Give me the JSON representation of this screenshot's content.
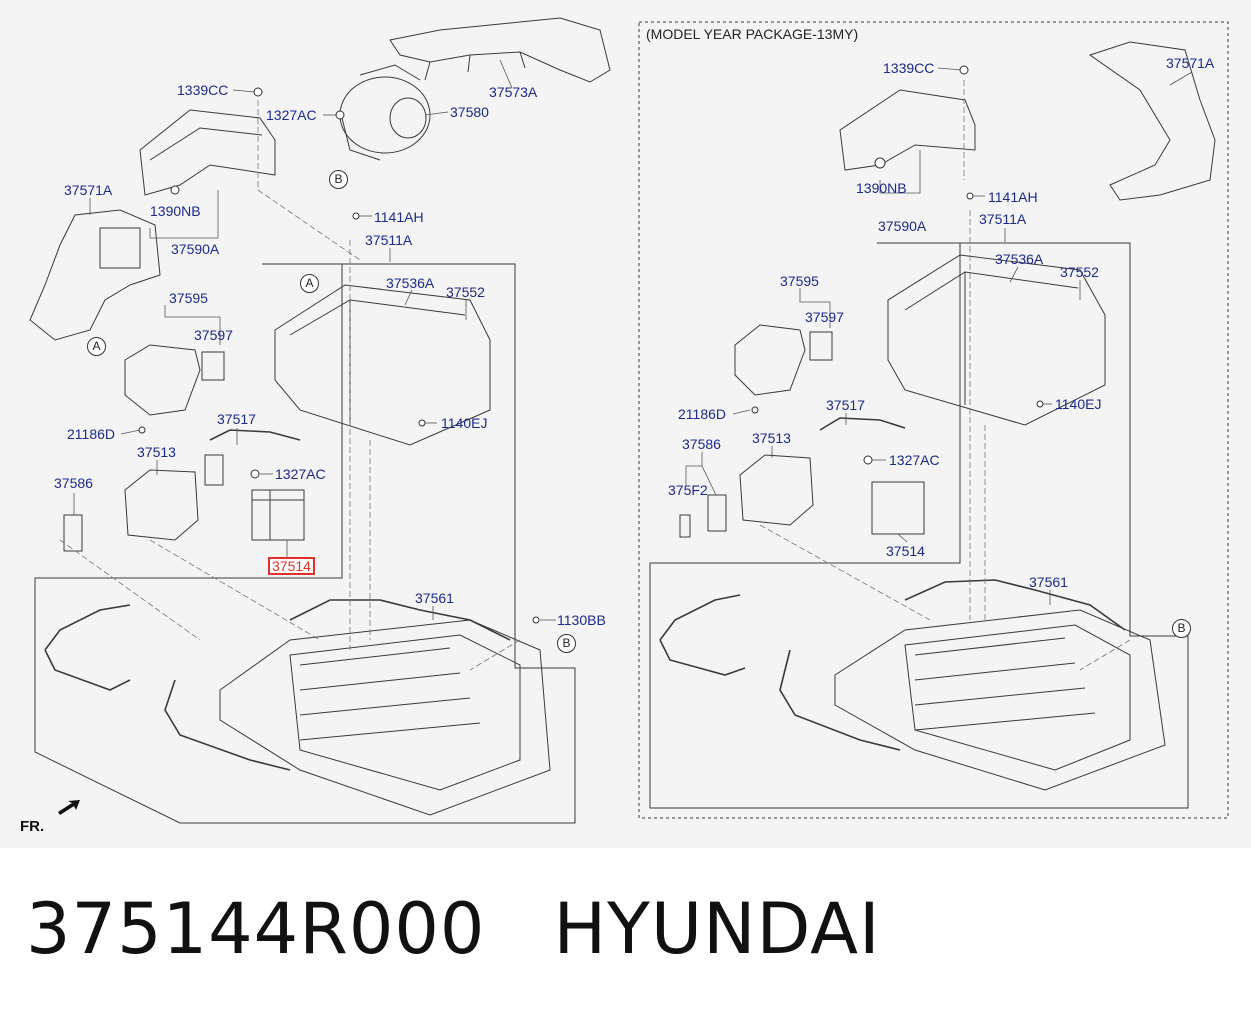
{
  "diagram": {
    "package_note": "(MODEL YEAR PACKAGE-13MY)",
    "front_label": "FR.",
    "highlighted_part": "37514",
    "ref_markers": [
      "A",
      "B"
    ],
    "left_labels": [
      "1339CC",
      "1327AC",
      "37580",
      "37573A",
      "37571A",
      "1390NB",
      "37590A",
      "1141AH",
      "37511A",
      "37536A",
      "37552",
      "37595",
      "37597",
      "21186D",
      "37517",
      "1140EJ",
      "37513",
      "1327AC",
      "37586",
      "37514",
      "37561",
      "1130BB"
    ],
    "right_labels": [
      "1339CC",
      "37571A",
      "1390NB",
      "1141AH",
      "37590A",
      "37511A",
      "37536A",
      "37552",
      "37595",
      "37597",
      "21186D",
      "37517",
      "1140EJ",
      "37586",
      "37513",
      "1327AC",
      "375F2",
      "37514",
      "37561"
    ]
  },
  "caption": {
    "part_number": "375144R000",
    "brand": "HYUNDAI"
  }
}
